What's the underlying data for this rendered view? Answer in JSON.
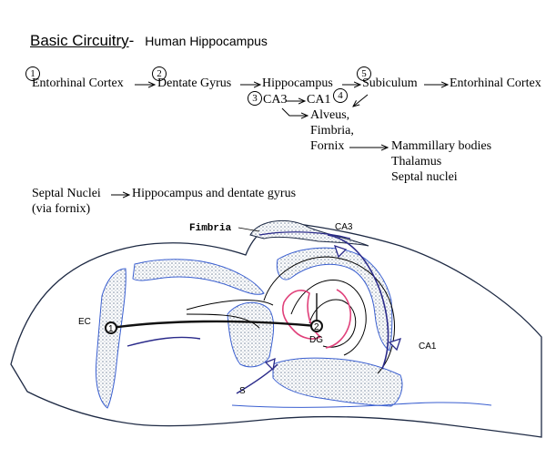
{
  "title": {
    "main": "Basic Circuitry",
    "dash": "-",
    "subtitle": "Human Hippocampus"
  },
  "flow": {
    "entorhinal_cortex_1": "Entorhinal Cortex",
    "dentate_gyrus": "Dentate Gyrus",
    "hippocampus": "Hippocampus",
    "subiculum": "Subiculum",
    "entorhinal_cortex_2": "Entorhinal Cortex",
    "ca3": "CA3",
    "ca1": "CA1",
    "alveus": "Alveus,",
    "fimbria": "Fimbria,",
    "fornix": "Fornix",
    "mammillary": "Mammillary bodies",
    "thalamus": "Thalamus",
    "septal": "Septal nuclei"
  },
  "markers": {
    "m1": "1",
    "m2": "2",
    "m3": "3",
    "m4": "4",
    "m5": "5"
  },
  "septal_line": {
    "source": "Septal Nuclei",
    "target": "Hippocampus and dentate gyrus",
    "via": "(via fornix)"
  },
  "figure_labels": {
    "fimbria": "Fimbria",
    "ca3": "CA3",
    "ec": "EC",
    "dg": "DG",
    "ca1": "CA1",
    "s": "S",
    "node1": "1",
    "node2": "2"
  },
  "colors": {
    "ink": "#000000",
    "blue": "#3a5fd0",
    "navy": "#2a2a8a",
    "pink": "#e0407a",
    "stipple": "#7a8aa0"
  }
}
